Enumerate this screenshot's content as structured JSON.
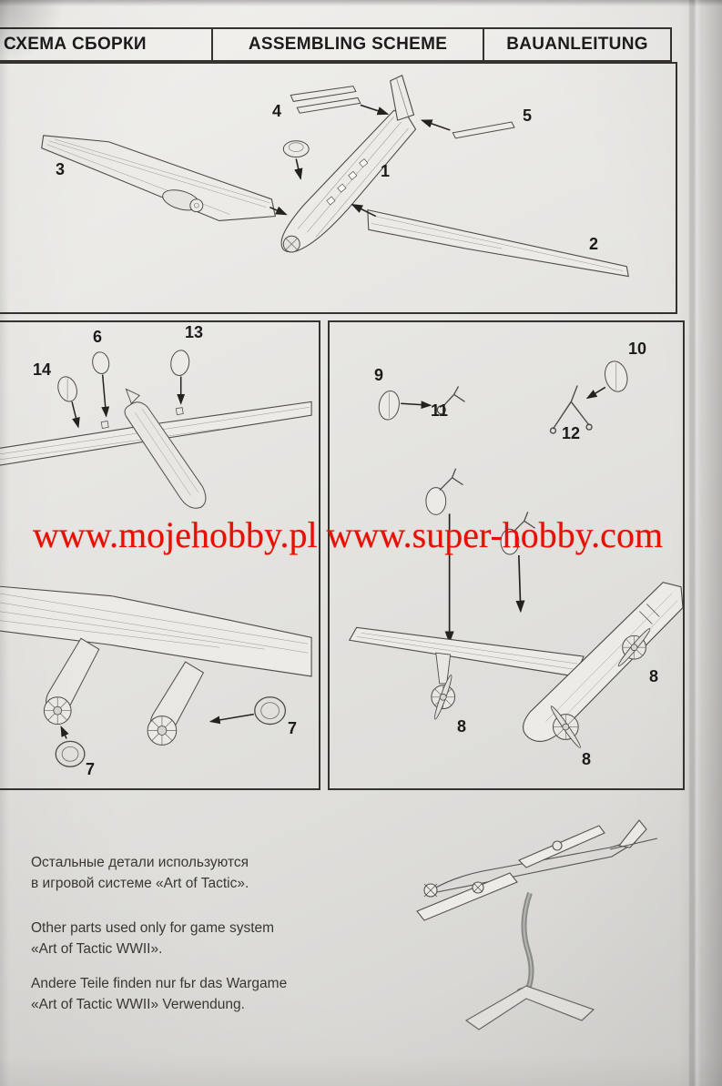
{
  "header": {
    "title_ru": "СХЕМА СБОРКИ",
    "title_en": "ASSEMBLING SCHEME",
    "title_de": "BAUANLEITUNG"
  },
  "watermark": {
    "text": "www.mojehobby.pl www.super-hobby.com",
    "color": "#e81005"
  },
  "parts": {
    "p1": "1",
    "p2": "2",
    "p3": "3",
    "p4": "4",
    "p5": "5",
    "p6": "6",
    "p7": "7",
    "p8": "8",
    "p9": "9",
    "p10": "10",
    "p11": "11",
    "p12": "12",
    "p13": "13",
    "p14": "14"
  },
  "footer": {
    "ru_line1": "Остальные детали используются",
    "ru_line2": "в игровой системе «Art of Tactic».",
    "en_line1": "Other parts used only for game system",
    "en_line2": "«Art of Tactic WWII».",
    "de_line1": "Andere Teile finden nur fьr das Wargame",
    "de_line2": "«Art of Tactic WWII» Verwendung."
  }
}
